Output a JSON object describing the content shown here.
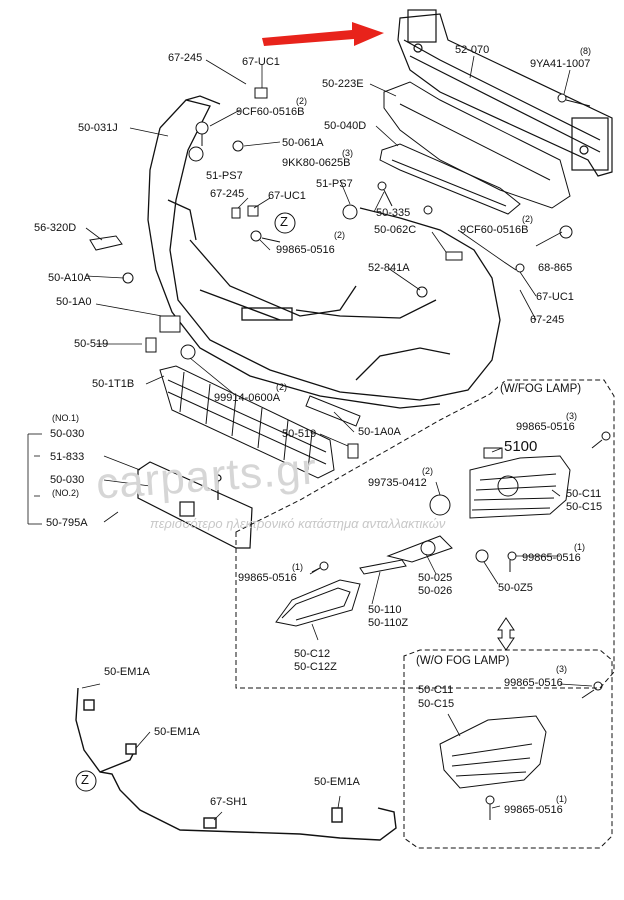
{
  "labels": {
    "p52_070": "52-070",
    "p9YA41": "9YA41-1007",
    "p67_245_top": "67-245",
    "p67_UC1_top": "67-UC1",
    "p9CF60_a": "9CF60-0516B",
    "p50_031J": "50-031J",
    "p50_061A": "50-061A",
    "p50_223E": "50-223E",
    "p50_040D": "50-040D",
    "p9KK80": "9KK80-0625B",
    "p51_PS7_a": "51-PS7",
    "p51_PS7_b": "51-PS7",
    "p67_245_mid": "67-245",
    "p67_UC1_mid": "67-UC1",
    "p50_335": "50-335",
    "p56_320D": "56-320D",
    "p99865_a": "99865-0516",
    "p50_062C": "50-062C",
    "p9CF60_b": "9CF60-0516B",
    "p68_865": "68-865",
    "p52_841A": "52-841A",
    "p50_A10A": "50-A10A",
    "p50_1A0": "50-1A0",
    "p67_UC1_right": "67-UC1",
    "p67_245_right": "67-245",
    "p50_519_a": "50-519",
    "p50_1T1B": "50-1T1B",
    "p99914": "99914-0600A",
    "p50_030_a": "50-030",
    "p50_519_b": "50-519",
    "p50_1A0A": "50-1A0A",
    "p51_833": "51-833",
    "p50_030_b": "50-030",
    "p50_795A": "50-795A",
    "no1": "(NO.1)",
    "no2": "(NO.2)",
    "p99865_fog1": "99865-0516",
    "p5100": "5100",
    "p99735": "99735-0412",
    "p50_C11_a": "50-C11",
    "p50_C15_a": "50-C15",
    "p99865_fog2": "99865-0516",
    "p99865_fog3": "99865-0516",
    "p50_025": "50-025",
    "p50_026": "50-026",
    "p50_0Z5": "50-0Z5",
    "p50_110": "50-110",
    "p50_110Z": "50-110Z",
    "p50_C12": "50-C12",
    "p50_C12Z": "50-C12Z",
    "p50_EM1A_a": "50-EM1A",
    "p50_EM1A_b": "50-EM1A",
    "p50_EM1A_c": "50-EM1A",
    "p67_SH1": "67-SH1",
    "p99865_wo1": "99865-0516",
    "p50_C11_b": "50-C11",
    "p50_C15_b": "50-C15",
    "p99865_wo2": "99865-0516",
    "z1": "Z",
    "z2": "Z"
  },
  "quantities": {
    "q9YA41": "(8)",
    "q9CF60_a": "(2)",
    "q9KK80": "(3)",
    "q99865_a": "(2)",
    "q9CF60_b": "(2)",
    "q99914": "(2)",
    "q99865_fog1": "(3)",
    "q99735": "(2)",
    "q99865_fog2": "(1)",
    "q99865_fog3": "(1)",
    "q99865_wo1": "(3)",
    "q99865_wo2": "(1)"
  },
  "boxes": {
    "with_fog": "(W/FOG LAMP)",
    "without_fog": "(W/O FOG LAMP)"
  },
  "watermark": {
    "brand": "carparts.gr",
    "tagline": "περισσότερο ηλεκτρονικό κατάστημα ανταλλακτικών"
  },
  "colors": {
    "arrow": "#e8231b",
    "ink": "#111111",
    "watermark": "#c8c8c8"
  }
}
